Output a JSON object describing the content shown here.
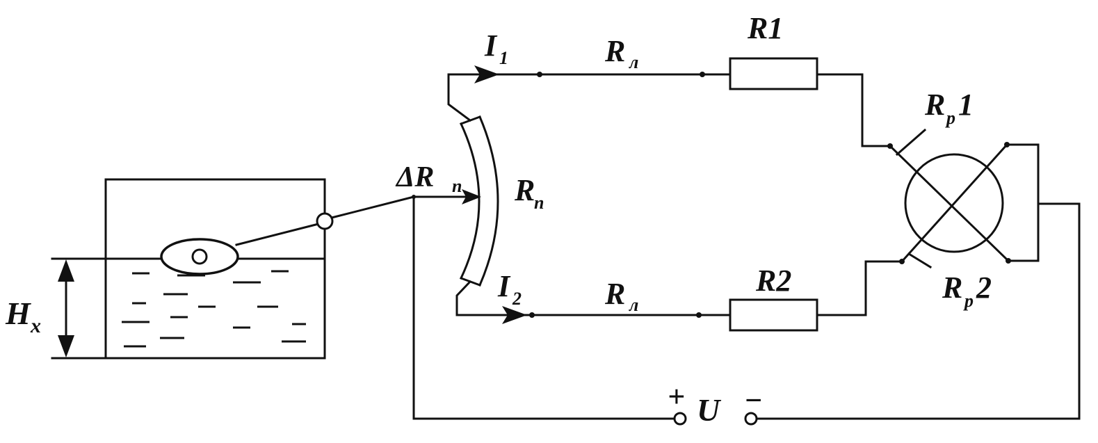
{
  "labels": {
    "hx": "H",
    "hx_sub": "x",
    "delta_rp": "ΔR",
    "delta_rp_sub": "п",
    "rp": "R",
    "rp_sub": "п",
    "i1": "I",
    "i1_sub": "1",
    "i2": "I",
    "i2_sub": "2",
    "rl_top": "R",
    "rl_top_sub": "л",
    "rl_bottom": "R",
    "rl_bottom_sub": "л",
    "r1": "R1",
    "r2": "R2",
    "rr1": "R",
    "rr1_sub": "р",
    "rr1_num": "1",
    "rr2": "R",
    "rr2_sub": "р",
    "rr2_num": "2",
    "plus": "+",
    "u": "U",
    "minus": "−"
  }
}
